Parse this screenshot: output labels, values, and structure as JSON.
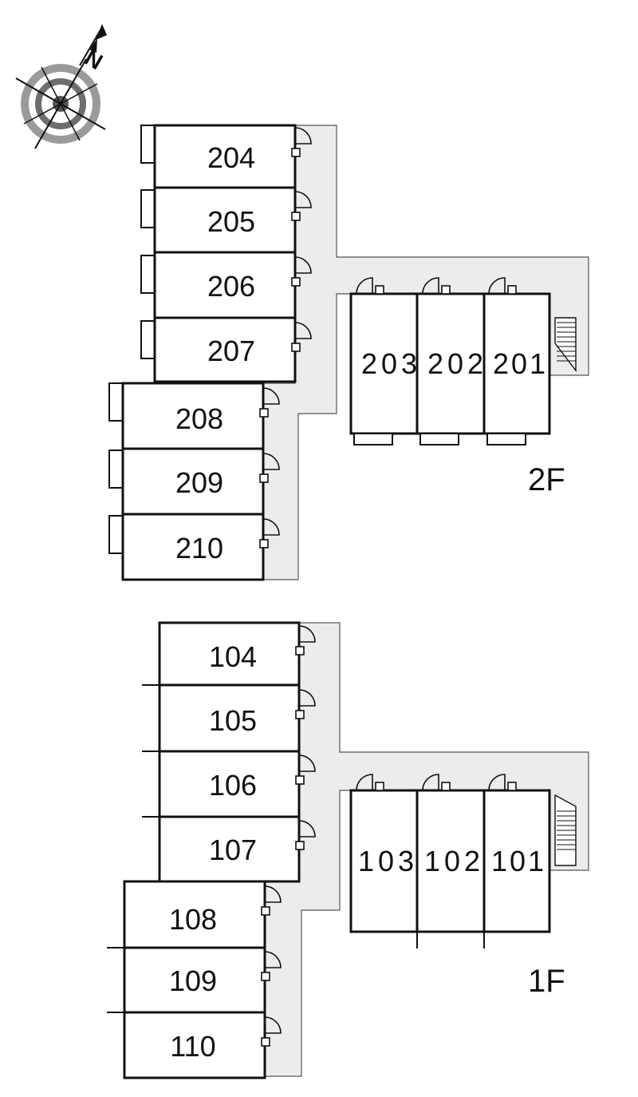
{
  "compass": {
    "label": "N"
  },
  "floors": {
    "second": {
      "label": "2F",
      "rooms": [
        "204",
        "205",
        "206",
        "207",
        "208",
        "209",
        "210",
        "203",
        "202",
        "201"
      ]
    },
    "first": {
      "label": "1F",
      "rooms": [
        "104",
        "105",
        "106",
        "107",
        "108",
        "109",
        "110",
        "103",
        "102",
        "101"
      ]
    }
  },
  "colors": {
    "corridor": "#ececec",
    "walls": "#111111",
    "compass_ring": "#888888"
  }
}
